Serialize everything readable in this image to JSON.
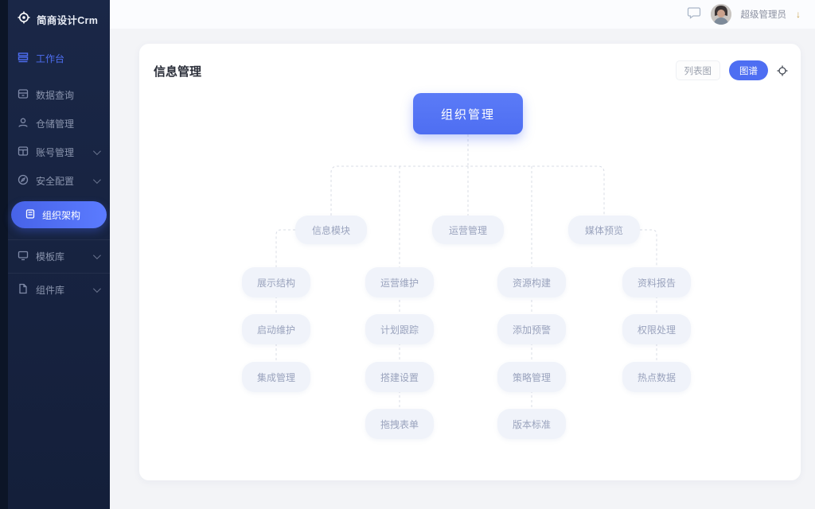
{
  "app": {
    "logo_text": "简商设计Crm",
    "user_name": "超级管理员"
  },
  "sidebar": {
    "items": [
      {
        "label": "工作台"
      },
      {
        "label": "数据查询"
      },
      {
        "label": "仓储管理"
      },
      {
        "label": "账号管理"
      },
      {
        "label": "安全配置"
      },
      {
        "label": "组织架构",
        "active": true
      },
      {
        "label": "模板库"
      },
      {
        "label": "组件库"
      }
    ]
  },
  "page": {
    "title": "信息管理"
  },
  "toolbar": {
    "list_button": "列表图",
    "graph_button": "图谱"
  },
  "chart": {
    "type": "org-tree",
    "root": "组织管理",
    "level2": [
      {
        "label": "信息模块"
      },
      {
        "label": "运营管理"
      },
      {
        "label": "媒体预览"
      }
    ],
    "columns": [
      {
        "parent": "信息模块",
        "items": [
          "展示结构",
          "启动维护",
          "集成管理"
        ]
      },
      {
        "parent": "组织管理",
        "items": [
          "运营维护",
          "计划跟踪",
          "搭建设置",
          "拖拽表单"
        ]
      },
      {
        "parent": "组织管理",
        "items": [
          "资源构建",
          "添加预警",
          "策略管理",
          "版本标准"
        ]
      },
      {
        "parent": "媒体预览",
        "items": [
          "资料报告",
          "权限处理",
          "热点数据"
        ]
      }
    ]
  },
  "colors": {
    "accent": "#4e6ef2",
    "sidebar_bg": "#16213c",
    "rail_bg": "#0c1527",
    "node_bg": "#f0f3fa",
    "node_text": "#9aa3bd",
    "connector": "#d8dce5",
    "content_bg": "#f3f4f7"
  }
}
